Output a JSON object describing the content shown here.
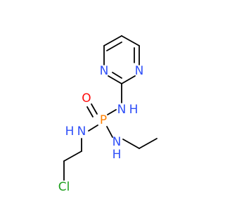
{
  "molecule": {
    "atoms": {
      "n_ring_left": {
        "symbol": "N",
        "color": "#3050F8"
      },
      "n_ring_right": {
        "symbol": "N",
        "color": "#3050F8"
      },
      "oxygen": {
        "symbol": "O",
        "color": "#FF0D0D"
      },
      "phosphorus": {
        "symbol": "P",
        "color": "#FF8000"
      },
      "nh_pyrimidinyl": {
        "symbol": "N",
        "h": "H",
        "color": "#3050F8"
      },
      "nh_chloroethyl": {
        "symbol": "N",
        "h": "H",
        "color": "#3050F8"
      },
      "nh_ethyl": {
        "symbol": "N",
        "h": "H",
        "color": "#3050F8"
      },
      "chlorine": {
        "symbol": "Cl",
        "color": "#1FA01F"
      }
    },
    "bond_color": "#000000"
  }
}
